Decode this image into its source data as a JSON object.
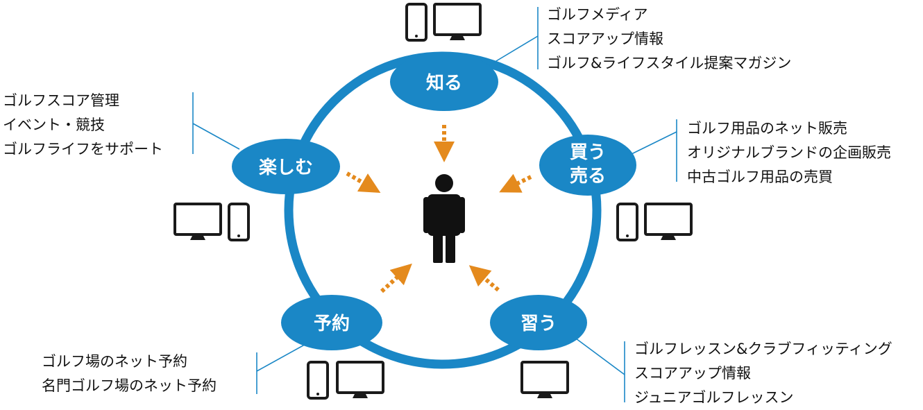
{
  "center": {
    "icon": "person-icon"
  },
  "nodes": {
    "know": {
      "label_lines": [
        "知る"
      ],
      "items": [
        "ゴルフメディア",
        "スコアアップ情報",
        "ゴルフ&ライフスタイル提案マガジン"
      ],
      "devices": [
        "smartphone-icon",
        "monitor-icon"
      ]
    },
    "buy": {
      "label_lines": [
        "買う",
        "売る"
      ],
      "items": [
        "ゴルフ用品のネット販売",
        "オリジナルブランドの企画販売",
        "中古ゴルフ用品の売買"
      ],
      "devices": [
        "smartphone-icon",
        "monitor-icon"
      ]
    },
    "learn": {
      "label_lines": [
        "習う"
      ],
      "items": [
        "ゴルフレッスン&クラブフィッティング",
        "スコアアップ情報",
        "ジュニアゴルフレッスン"
      ],
      "devices": [
        "monitor-icon"
      ]
    },
    "book": {
      "label_lines": [
        "予約"
      ],
      "items": [
        "ゴルフ場のネット予約",
        "名門ゴルフ場のネット予約"
      ],
      "devices": [
        "smartphone-icon",
        "monitor-icon"
      ]
    },
    "enjoy": {
      "label_lines": [
        "楽しむ"
      ],
      "items": [
        "ゴルフスコア管理",
        "イベント・競技",
        "ゴルフライフをサポート"
      ],
      "devices": [
        "monitor-icon",
        "smartphone-icon"
      ]
    }
  },
  "colors": {
    "ring": "#1a87c6",
    "node": "#1a87c6",
    "arrow": "#e48a1d",
    "icon": "#1a1a1a",
    "line": "#1a87c6"
  }
}
